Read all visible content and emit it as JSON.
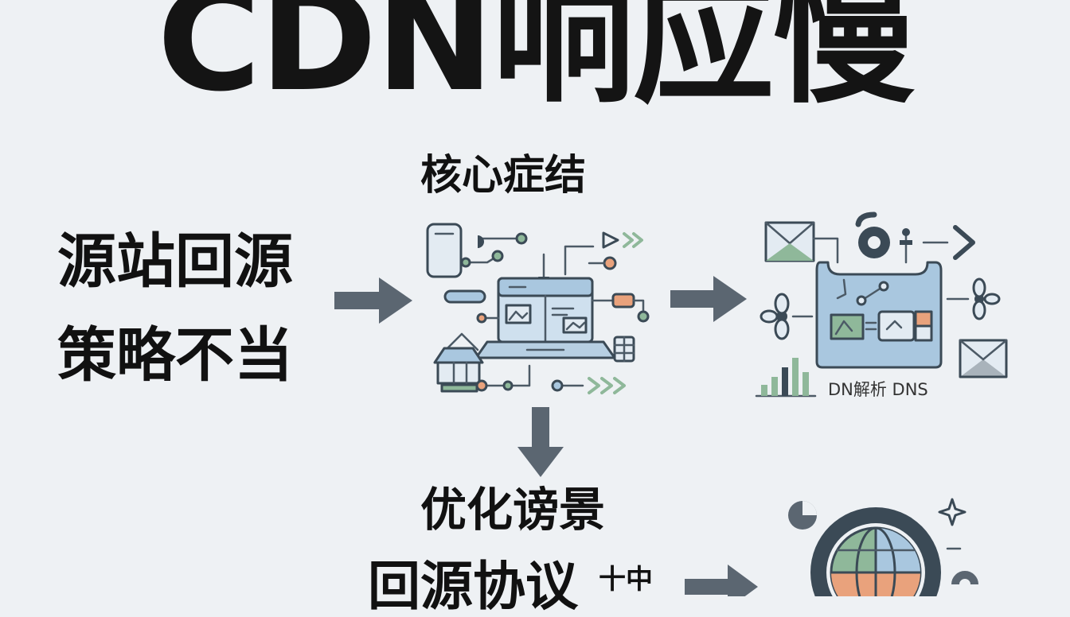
{
  "title": "CDN响应慢",
  "cause": {
    "line1": "源站回源",
    "line2": "策略不当"
  },
  "core": {
    "heading": "核心症结"
  },
  "dns_panel": {
    "label": "DN解析 DNS"
  },
  "optimize": {
    "heading": "优化谤景",
    "line2": "回源协议",
    "line2_extra": "十中"
  },
  "colors": {
    "background": "#eef1f4",
    "arrow": "#5b6671",
    "line": "#4c5a66",
    "accent_blue": "#a9c7df",
    "accent_green": "#8fb89a",
    "accent_orange": "#e9a27c",
    "dark_slate": "#3b4a56"
  },
  "icons": {
    "core": [
      "phone-icon",
      "laptop-icon",
      "chart-window-icon",
      "store-icon",
      "database-icon",
      "play-arrow-icon",
      "double-chevron-icon"
    ],
    "dns": [
      "mail-icon",
      "gear-icon",
      "fan-icon",
      "bar-chart-icon",
      "chevron-right-icon",
      "mail-icon"
    ],
    "optimize": [
      "globe-gear-icon",
      "pie-chart-icon",
      "sparkle-icon"
    ]
  }
}
